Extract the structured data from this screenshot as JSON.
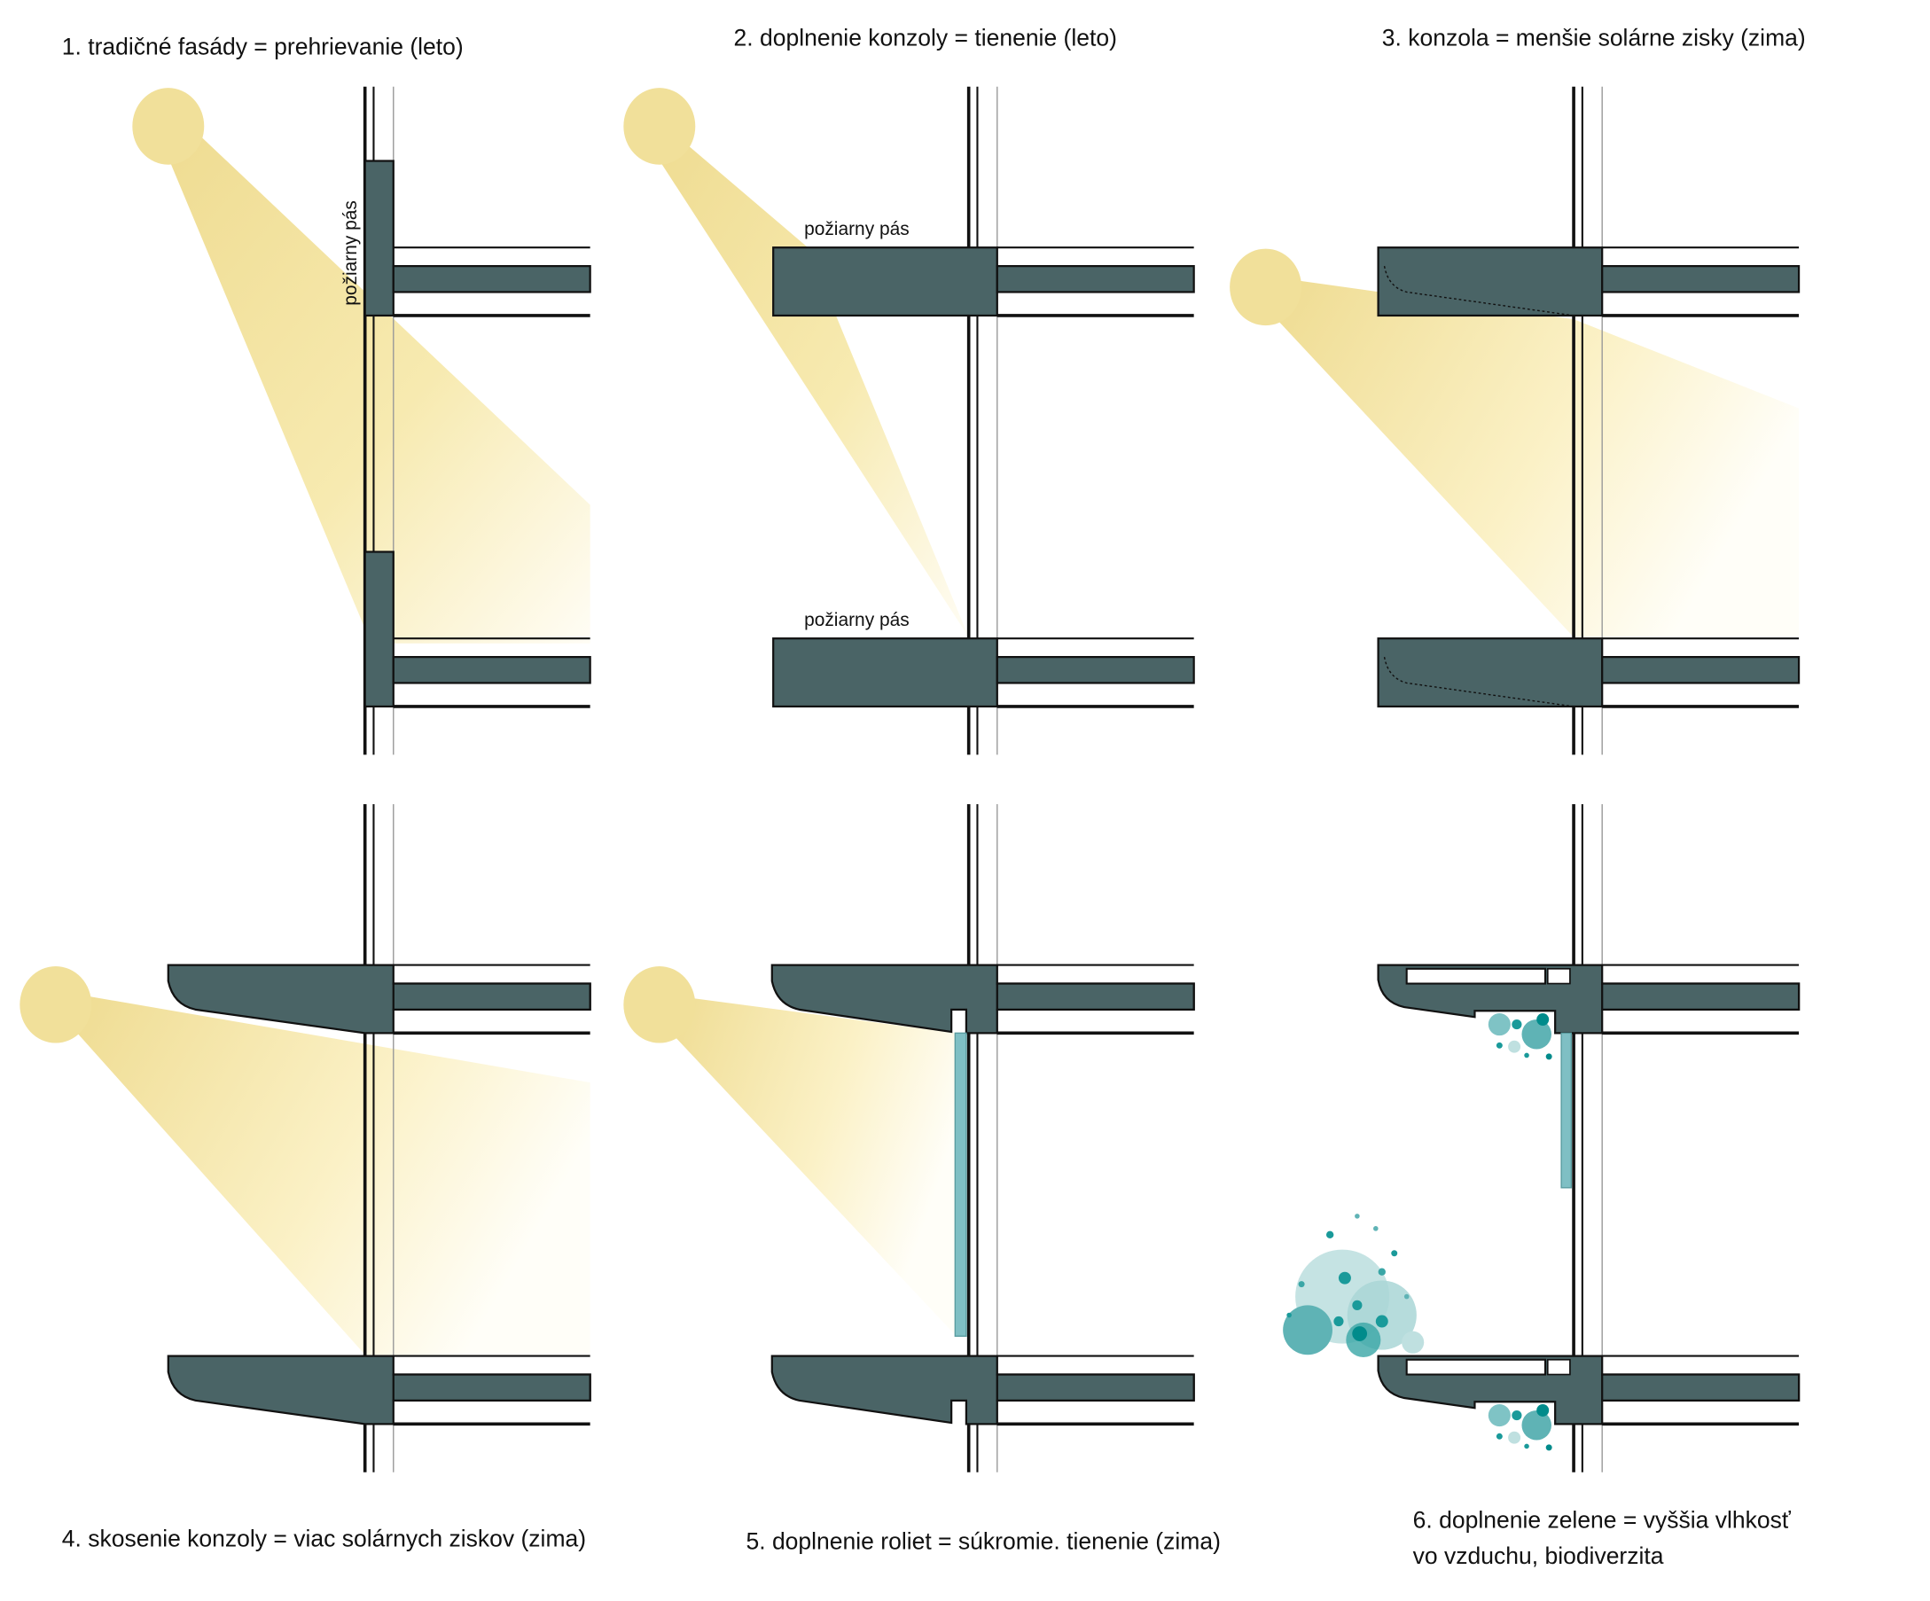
{
  "panels": [
    {
      "title": "1. tradičné fasády = prehrievanie (leto)",
      "label": "požiarny pás"
    },
    {
      "title": "2. doplnenie konzoly = tienenie (leto)",
      "label_top": "požiarny pás",
      "label_bottom": "požiarny pás"
    },
    {
      "title": "3. konzola = menšie solárne zisky (zima)"
    },
    {
      "title": "4. skosenie konzoly = viac solárnych ziskov (zima)"
    },
    {
      "title": "5. doplnenie roliet = súkromie. tienenie (zima)"
    },
    {
      "title_line1": "6. doplnenie zelene = vyššia vlhkosť",
      "title_line2": "vo vzduchu, biodiverzita"
    }
  ],
  "colors": {
    "slab": "#4a6466",
    "sun": "#f1e09a",
    "blind": "#7fbfc4",
    "greenery": "#1a9a9a"
  }
}
